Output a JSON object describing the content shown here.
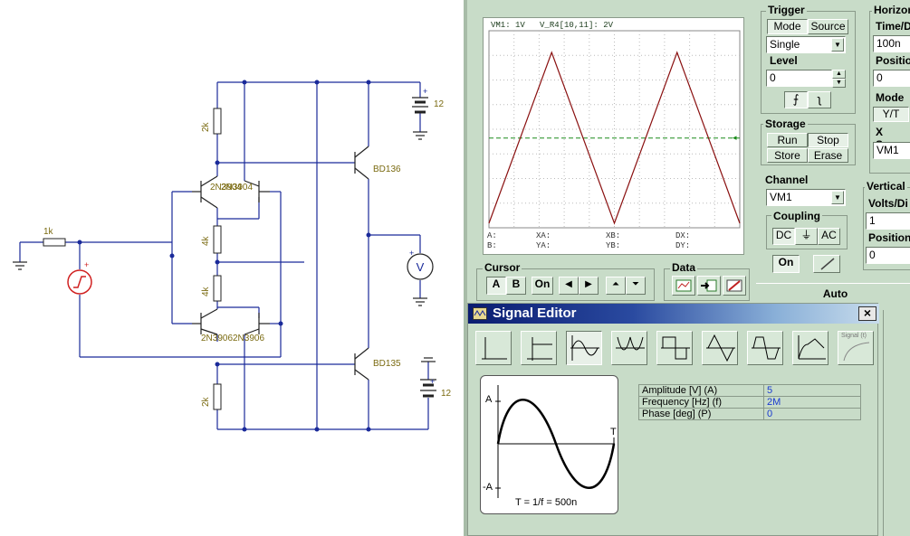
{
  "schematic": {
    "labels": {
      "r_in": "1k",
      "r_top": "2k",
      "r_mid1": "4k",
      "r_mid2": "4k",
      "r_bot": "2k",
      "q_top_pair": "2N3904",
      "q_top_pair2": "2N3904",
      "q_bot_pair": "2N3906",
      "q_bot_pair2": "2N3906",
      "q_out_top": "BD136",
      "q_out_bot": "BD135",
      "v_top": "12",
      "v_bot": "12",
      "voltmeter": "V"
    }
  },
  "oscilloscope": {
    "screen_header_a": "VM1: 1V",
    "screen_header_b": "V_R4[10,11]: 2V",
    "readouts": {
      "a": "A:",
      "b": "B:",
      "xa": "XA:",
      "ya": "YA:",
      "xb": "XB:",
      "yb": "YB:",
      "dx": "DX:",
      "dy": "DY:"
    },
    "trigger": {
      "title": "Trigger",
      "mode_btn": "Mode",
      "source_btn": "Source",
      "mode_value": "Single",
      "level_label": "Level",
      "level_value": "0"
    },
    "storage": {
      "title": "Storage",
      "run": "Run",
      "stop": "Stop",
      "store": "Store",
      "erase": "Erase"
    },
    "channel": {
      "title": "Channel",
      "value": "VM1",
      "coupling_title": "Coupling",
      "dc": "DC",
      "gnd": "⏚",
      "ac": "AC",
      "on": "On"
    },
    "cursor": {
      "title": "Cursor",
      "a": "A",
      "b": "B",
      "on": "On"
    },
    "data": {
      "title": "Data"
    },
    "horizontal": {
      "title": "Horizon",
      "time_label": "Time/D",
      "time_value": "100n",
      "position_label": "Positio",
      "position_value": "0",
      "mode_label": "Mode",
      "yt": "Y/T",
      "xsource_label": "X Sour",
      "xsource_value": "VM1"
    },
    "vertical": {
      "title": "Vertical",
      "volts_label": "Volts/Di",
      "volts_value": "1",
      "position_label": "Position",
      "position_value": "0"
    },
    "auto": "Auto"
  },
  "signal_editor": {
    "title": "Signal Editor",
    "close": "×",
    "wave_buttons": [
      "step",
      "pulse-step",
      "sine",
      "full-wave",
      "square",
      "triangle",
      "trapezoid",
      "exp-rise",
      "Signal (t)"
    ],
    "custom_label": "Signal (t)",
    "preview": {
      "a_label": "A",
      "neg_a_label": "-A",
      "t_label": "T",
      "formula": "T = 1/f = 500n"
    },
    "params": [
      {
        "name": "Amplitude [V] (A)",
        "value": "5"
      },
      {
        "name": "Frequency [Hz] (f)",
        "value": "2M"
      },
      {
        "name": "Phase [deg] (P)",
        "value": "0"
      }
    ]
  },
  "colors": {
    "wire": "#1a2a9a",
    "trace": "#8a1010",
    "trigger_line": "#1a8a1a",
    "panel": "#c8dcc8"
  }
}
